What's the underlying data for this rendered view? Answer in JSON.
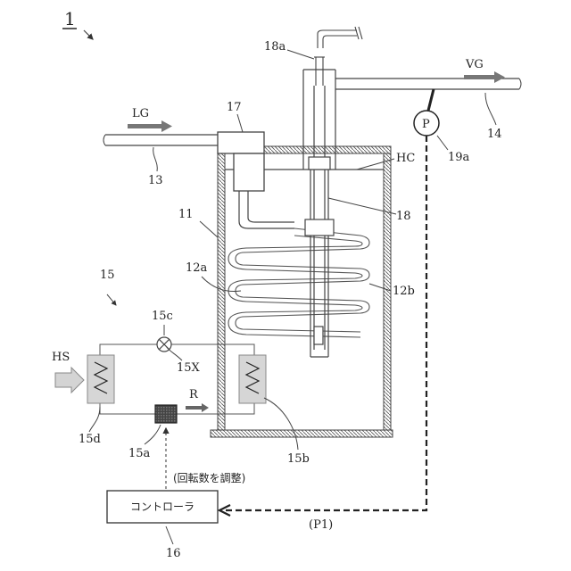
{
  "figure_number": "1",
  "labels": {
    "lg": "LG",
    "vg": "VG",
    "hc": "HC",
    "hs": "HS",
    "r": "R",
    "n13": "13",
    "n14": "14",
    "n11": "11",
    "n12a": "12a",
    "n12b": "12b",
    "n15": "15",
    "n15a": "15a",
    "n15b": "15b",
    "n15c": "15c",
    "n15d": "15d",
    "n15x": "15X",
    "n16": "16",
    "n17": "17",
    "n18": "18",
    "n18a": "18a",
    "n19a": "19a",
    "pressure_symbol": "P",
    "p1_signal": "(P1)",
    "rpm_adjust": "(回転数を調整)"
  },
  "controller": {
    "label": "コントローラ"
  }
}
